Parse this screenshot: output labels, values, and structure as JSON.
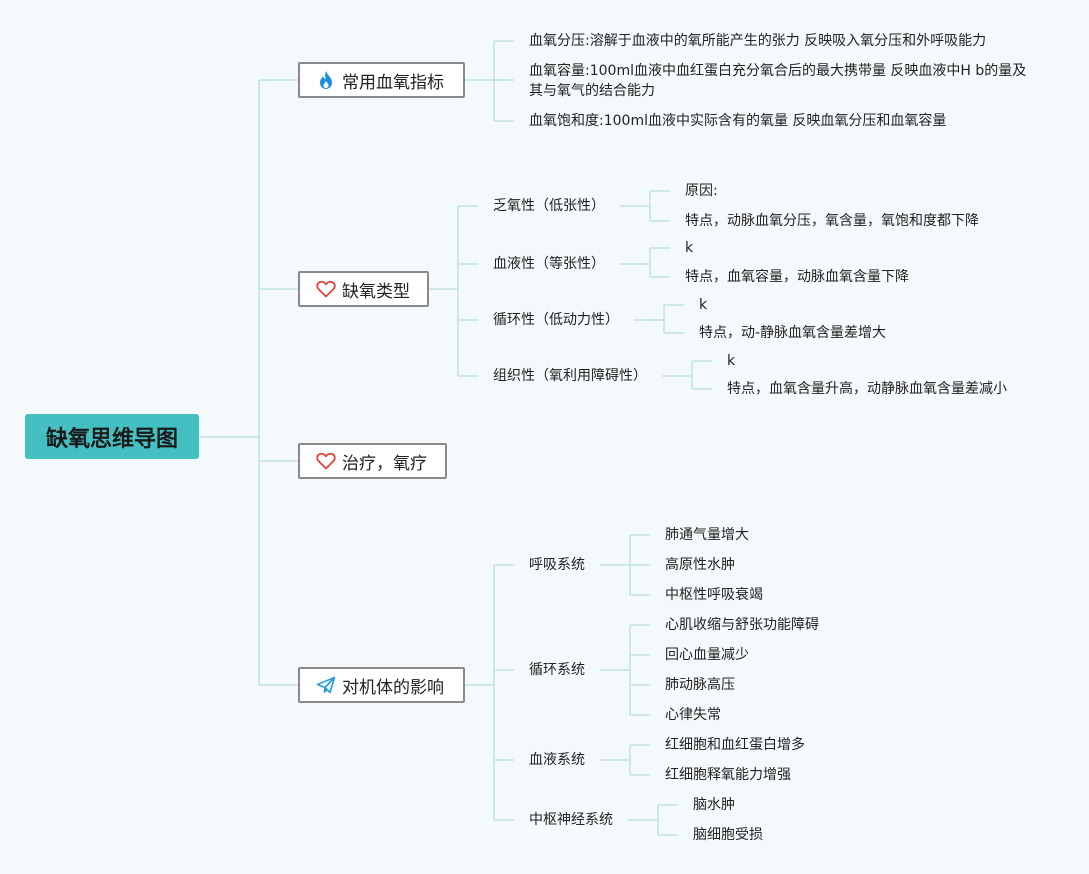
{
  "root": {
    "label": "缺氧思维导图"
  },
  "branches": {
    "indices": {
      "label": "常用血氧指标",
      "icon": "fire-icon",
      "items": [
        "血氧分压:溶解于血液中的氧所能产生的张力 反映吸入氧分压和外呼吸能力",
        "血氧容量:100ml血液中血红蛋白充分氧合后的最大携带量 反映血液中H b的量及其与氧气的结合能力",
        "血氧饱和度:100ml血液中实际含有的氧量 反映血氧分压和血氧容量"
      ]
    },
    "types": {
      "label": "缺氧类型",
      "icon": "heart-icon",
      "groups": [
        {
          "label": "乏氧性（低张性）",
          "items": [
            "原因:",
            "特点，动脉血氧分压，氧含量，氧饱和度都下降"
          ]
        },
        {
          "label": "血液性（等张性）",
          "items": [
            "k",
            "特点，血氧容量，动脉血氧含量下降"
          ]
        },
        {
          "label": "循环性（低动力性）",
          "items": [
            "k",
            "特点，动-静脉血氧含量差增大"
          ]
        },
        {
          "label": "组织性（氧利用障碍性）",
          "items": [
            "k",
            "特点，血氧含量升高，动静脉血氧含量差减小"
          ]
        }
      ]
    },
    "treatment": {
      "label": "治疗，氧疗",
      "icon": "heart-icon"
    },
    "effects": {
      "label": "对机体的影响",
      "icon": "paper-plane-icon",
      "groups": [
        {
          "label": "呼吸系统",
          "items": [
            "肺通气量增大",
            "高原性水肿",
            "中枢性呼吸衰竭"
          ]
        },
        {
          "label": "循环系统",
          "items": [
            "心肌收缩与舒张功能障碍",
            "回心血量减少",
            "肺动脉高压",
            "心律失常"
          ]
        },
        {
          "label": "血液系统",
          "items": [
            "红细胞和血红蛋白增多",
            "红细胞释氧能力增强"
          ]
        },
        {
          "label": "中枢神经系统",
          "items": [
            "脑水肿",
            "脑细胞受损"
          ]
        }
      ]
    }
  },
  "colors": {
    "root_bg": "#44bfc2",
    "line": "#bfe3e6",
    "fire": "#1a8fe0",
    "heart": "#e0453b",
    "plane": "#2a9fd8"
  }
}
